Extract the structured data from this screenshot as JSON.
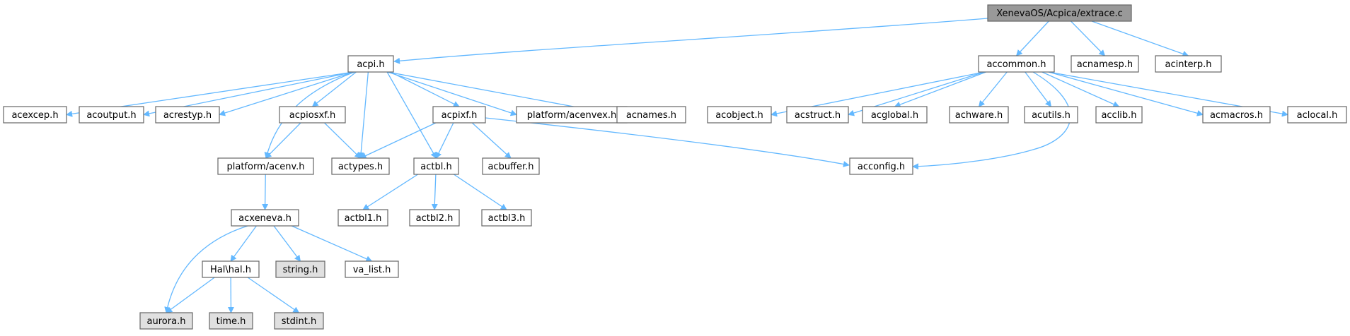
{
  "colors": {
    "edge": "#63b8ff",
    "node_border": "#666666",
    "node_fill": "#ffffff",
    "root_fill": "#999999",
    "system_fill": "#e0e0e0"
  },
  "nodes": [
    {
      "id": "root",
      "label": "XenevaOS/Acpica/extrace.c",
      "kind": "root"
    },
    {
      "id": "acpi_h",
      "label": "acpi.h",
      "kind": "normal"
    },
    {
      "id": "accommon_h",
      "label": "accommon.h",
      "kind": "normal"
    },
    {
      "id": "acnamesp_h",
      "label": "acnamesp.h",
      "kind": "normal"
    },
    {
      "id": "acinterp_h",
      "label": "acinterp.h",
      "kind": "normal"
    },
    {
      "id": "acexcep_h",
      "label": "acexcep.h",
      "kind": "normal"
    },
    {
      "id": "acoutput_h",
      "label": "acoutput.h",
      "kind": "normal"
    },
    {
      "id": "acrestyp_h",
      "label": "acrestyp.h",
      "kind": "normal"
    },
    {
      "id": "acpiosxf_h",
      "label": "acpiosxf.h",
      "kind": "normal"
    },
    {
      "id": "acpixf_h",
      "label": "acpixf.h",
      "kind": "normal"
    },
    {
      "id": "acenvex_h",
      "label": "platform/acenvex.h",
      "kind": "normal"
    },
    {
      "id": "acnames_h",
      "label": "acnames.h",
      "kind": "normal"
    },
    {
      "id": "acobject_h",
      "label": "acobject.h",
      "kind": "normal"
    },
    {
      "id": "acstruct_h",
      "label": "acstruct.h",
      "kind": "normal"
    },
    {
      "id": "acglobal_h",
      "label": "acglobal.h",
      "kind": "normal"
    },
    {
      "id": "achware_h",
      "label": "achware.h",
      "kind": "normal"
    },
    {
      "id": "acutils_h",
      "label": "acutils.h",
      "kind": "normal"
    },
    {
      "id": "acclib_h",
      "label": "acclib.h",
      "kind": "normal"
    },
    {
      "id": "acmacros_h",
      "label": "acmacros.h",
      "kind": "normal"
    },
    {
      "id": "aclocal_h",
      "label": "aclocal.h",
      "kind": "normal"
    },
    {
      "id": "acenv_h",
      "label": "platform/acenv.h",
      "kind": "normal"
    },
    {
      "id": "actypes_h",
      "label": "actypes.h",
      "kind": "normal"
    },
    {
      "id": "actbl_h",
      "label": "actbl.h",
      "kind": "normal"
    },
    {
      "id": "acbuffer_h",
      "label": "acbuffer.h",
      "kind": "normal"
    },
    {
      "id": "acconfig_h",
      "label": "acconfig.h",
      "kind": "normal"
    },
    {
      "id": "acxeneva_h",
      "label": "acxeneva.h",
      "kind": "normal"
    },
    {
      "id": "actbl1_h",
      "label": "actbl1.h",
      "kind": "normal"
    },
    {
      "id": "actbl2_h",
      "label": "actbl2.h",
      "kind": "normal"
    },
    {
      "id": "actbl3_h",
      "label": "actbl3.h",
      "kind": "normal"
    },
    {
      "id": "hal_h",
      "label": "Hal\\hal.h",
      "kind": "normal"
    },
    {
      "id": "string_h",
      "label": "string.h",
      "kind": "system"
    },
    {
      "id": "va_list_h",
      "label": "va_list.h",
      "kind": "normal"
    },
    {
      "id": "aurora_h",
      "label": "aurora.h",
      "kind": "system"
    },
    {
      "id": "time_h",
      "label": "time.h",
      "kind": "system"
    },
    {
      "id": "stdint_h",
      "label": "stdint.h",
      "kind": "system"
    }
  ],
  "edges": [
    [
      "root",
      "acpi_h"
    ],
    [
      "root",
      "accommon_h"
    ],
    [
      "root",
      "acnamesp_h"
    ],
    [
      "root",
      "acinterp_h"
    ],
    [
      "acpi_h",
      "acexcep_h"
    ],
    [
      "acpi_h",
      "acoutput_h"
    ],
    [
      "acpi_h",
      "acrestyp_h"
    ],
    [
      "acpi_h",
      "acpiosxf_h"
    ],
    [
      "acpi_h",
      "acpixf_h"
    ],
    [
      "acpi_h",
      "acenvex_h"
    ],
    [
      "acpi_h",
      "acnames_h"
    ],
    [
      "acpi_h",
      "acenv_h"
    ],
    [
      "acpi_h",
      "actypes_h"
    ],
    [
      "acpi_h",
      "actbl_h"
    ],
    [
      "accommon_h",
      "acobject_h"
    ],
    [
      "accommon_h",
      "acstruct_h"
    ],
    [
      "accommon_h",
      "acglobal_h"
    ],
    [
      "accommon_h",
      "achware_h"
    ],
    [
      "accommon_h",
      "acutils_h"
    ],
    [
      "accommon_h",
      "acclib_h"
    ],
    [
      "accommon_h",
      "acmacros_h"
    ],
    [
      "accommon_h",
      "aclocal_h"
    ],
    [
      "accommon_h",
      "acconfig_h"
    ],
    [
      "acpiosxf_h",
      "acenv_h"
    ],
    [
      "acpiosxf_h",
      "actypes_h"
    ],
    [
      "acpixf_h",
      "actypes_h"
    ],
    [
      "acpixf_h",
      "actbl_h"
    ],
    [
      "acpixf_h",
      "acbuffer_h"
    ],
    [
      "acpixf_h",
      "acconfig_h"
    ],
    [
      "acenv_h",
      "acxeneva_h"
    ],
    [
      "actbl_h",
      "actbl1_h"
    ],
    [
      "actbl_h",
      "actbl2_h"
    ],
    [
      "actbl_h",
      "actbl3_h"
    ],
    [
      "acxeneva_h",
      "hal_h"
    ],
    [
      "acxeneva_h",
      "string_h"
    ],
    [
      "acxeneva_h",
      "va_list_h"
    ],
    [
      "acxeneva_h",
      "aurora_h"
    ],
    [
      "hal_h",
      "aurora_h"
    ],
    [
      "hal_h",
      "time_h"
    ],
    [
      "hal_h",
      "stdint_h"
    ]
  ]
}
